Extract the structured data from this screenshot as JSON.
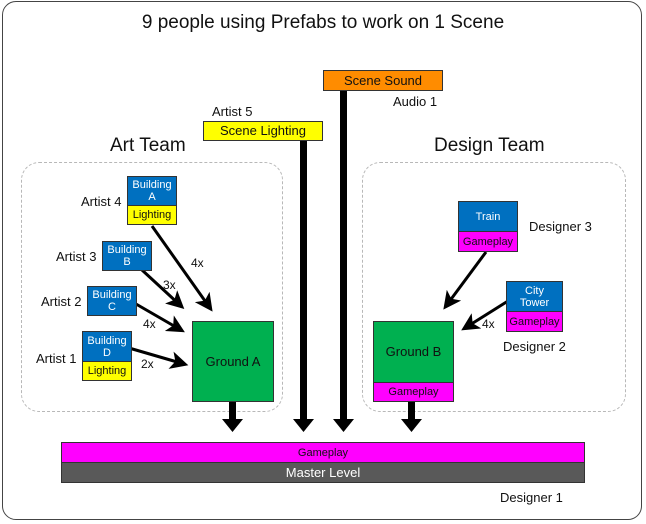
{
  "title": "9 people using Prefabs to work on 1 Scene",
  "teams": {
    "art": "Art Team",
    "design": "Design Team"
  },
  "top_assets": {
    "scene_sound": {
      "label": "Scene Sound",
      "owner": "Audio 1",
      "color": "#ff8c00"
    },
    "scene_lighting": {
      "label": "Scene Lighting",
      "owner": "Artist 5",
      "color": "#ffff00"
    }
  },
  "art_prefabs": [
    {
      "owner": "Artist 4",
      "name": "Building A",
      "sub": "Lighting",
      "multiplier": "4x"
    },
    {
      "owner": "Artist 3",
      "name": "Building B",
      "sub": null,
      "multiplier": "3x"
    },
    {
      "owner": "Artist 2",
      "name": "Building C",
      "sub": null,
      "multiplier": "4x"
    },
    {
      "owner": "Artist 1",
      "name": "Building D",
      "sub": "Lighting",
      "multiplier": "2x"
    }
  ],
  "design_prefabs": [
    {
      "owner": "Designer 3",
      "name": "Train",
      "sub": "Gameplay",
      "multiplier": null
    },
    {
      "owner": "Designer 2",
      "name": "City Tower",
      "sub": "Gameplay",
      "multiplier": "4x"
    }
  ],
  "grounds": {
    "a": {
      "label": "Ground A"
    },
    "b": {
      "label": "Ground B",
      "sub": "Gameplay"
    }
  },
  "master": {
    "gameplay": "Gameplay",
    "level": "Master Level",
    "owner": "Designer 1"
  },
  "colors": {
    "prefab": "#0070c0",
    "lighting": "#ffff00",
    "gameplay": "#ff00ff",
    "ground": "#00b050",
    "master": "#595959",
    "sound": "#ff8c00"
  }
}
